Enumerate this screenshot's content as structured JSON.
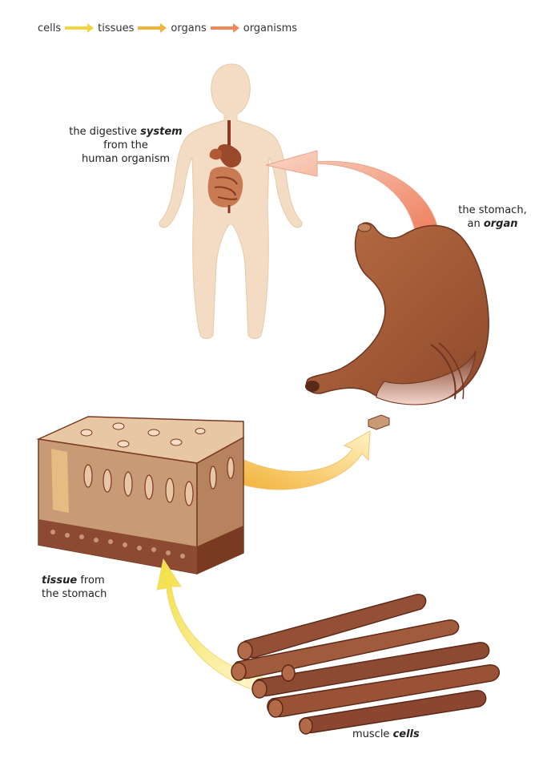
{
  "legend": {
    "items": [
      "cells",
      "tissues",
      "organs",
      "organisms"
    ],
    "arrow_colors": [
      "#f2d640",
      "#f0b43a",
      "#f08a5d"
    ]
  },
  "labels": {
    "system": {
      "line1_prefix": "the digestive ",
      "line1_emph": "system",
      "line2": "from the",
      "line3": "human organism"
    },
    "organ": {
      "line1": "the stomach,",
      "line2_prefix": "an ",
      "line2_emph": "organ"
    },
    "tissue": {
      "line1_emph": "tissue",
      "line1_suffix": " from",
      "line2": "the stomach"
    },
    "cells": {
      "prefix": "muscle ",
      "emph": "cells"
    }
  },
  "colors": {
    "body_skin": "#f3dcc3",
    "stomach": "#a8603a",
    "tissue_top": "#e4c3a1",
    "tissue_side": "#c79a76",
    "muscle": "#8c4a32",
    "arrow_pink": "#f0876a",
    "arrow_yellow": "#f5c94a"
  }
}
